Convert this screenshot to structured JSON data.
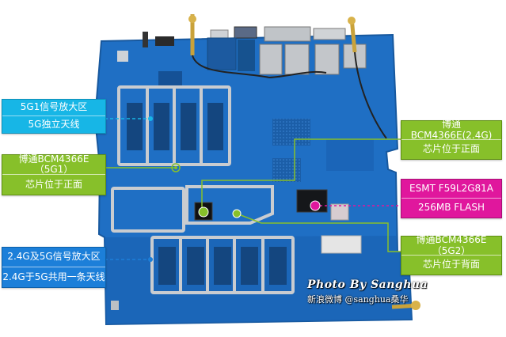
{
  "callouts": {
    "cyan_5g1": {
      "line1": "5G1信号放大区",
      "line2": "5G独立天线",
      "color": "#17b6e6"
    },
    "green_left": {
      "line1": "博通BCM4366E（5G1）",
      "line2": "芯片位于正面",
      "color": "#87c02a"
    },
    "blue_bottom": {
      "line1": "2.4G及5G信号放大区",
      "line2": "2.4G于5G共用一条天线",
      "color": "#1c7fd9"
    },
    "green_top_right": {
      "line1": "博通BCM4366E(2.4G)",
      "line2": "芯片位于正面",
      "color": "#87c02a"
    },
    "magenta": {
      "line1": "ESMT F59L2G81A",
      "line2": "256MB FLASH",
      "color": "#e0179d"
    },
    "green_bottom_right": {
      "line1": "博通BCM4366E（5G2）",
      "line2": "芯片位于背面",
      "color": "#87c02a"
    }
  },
  "watermark": {
    "line1": "Photo By Sanghua",
    "line2": "新浪微博 @sanghua桑华"
  },
  "board": {
    "pcb_color": "#1f6fc4",
    "shield_color": "#c9ccd0"
  }
}
